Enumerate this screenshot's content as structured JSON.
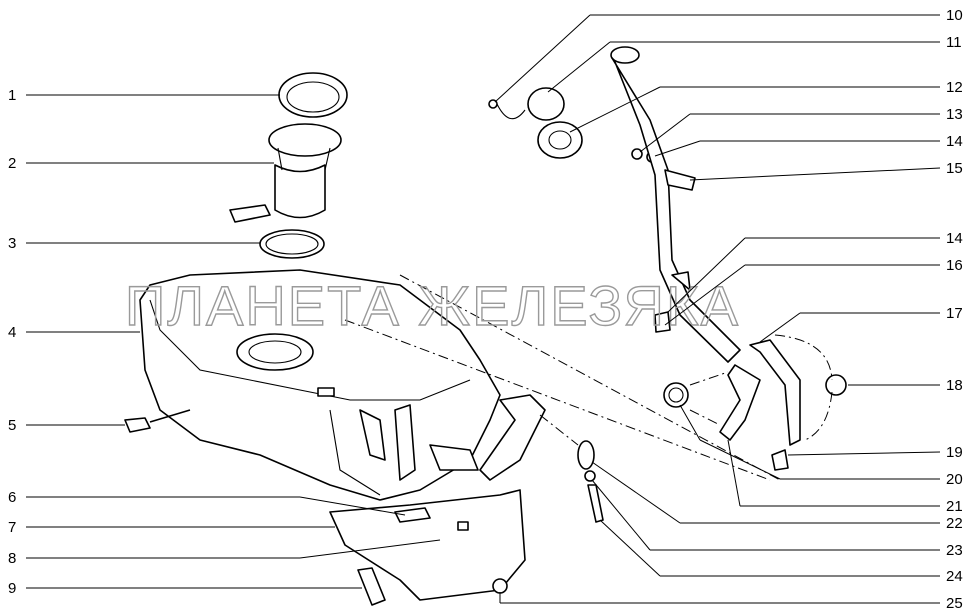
{
  "watermark": "ПЛАНЕТА ЖЕЛЕЗЯКА",
  "left_callouts": [
    "1",
    "2",
    "3",
    "4",
    "5",
    "6",
    "7",
    "8",
    "9"
  ],
  "right_callouts": [
    "10",
    "11",
    "12",
    "13",
    "14",
    "15",
    "14",
    "16",
    "17",
    "18",
    "19",
    "20",
    "21",
    "22",
    "23",
    "24",
    "25"
  ]
}
